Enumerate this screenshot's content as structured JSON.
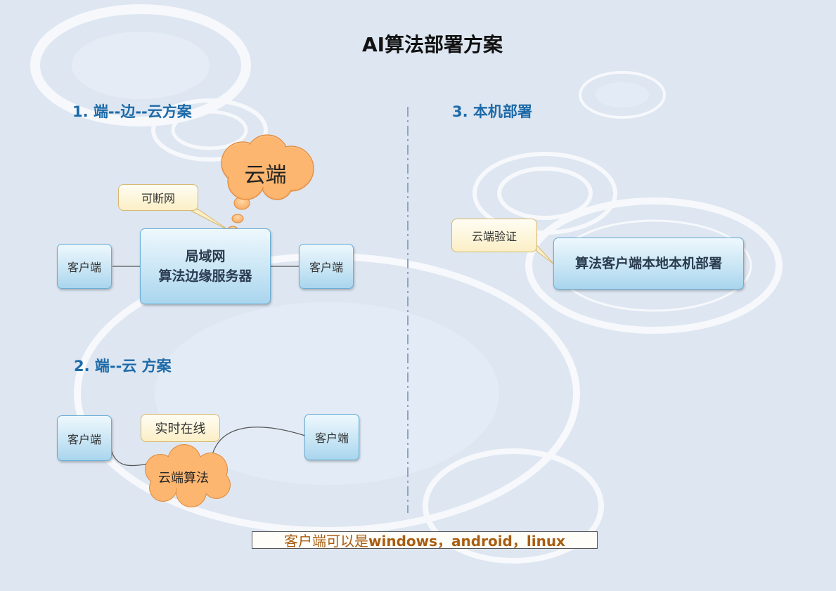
{
  "title": "AI算法部署方案",
  "sections": {
    "s1": "1. 端--边--云方案",
    "s2": "2. 端--云  方案",
    "s3": "3. 本机部署"
  },
  "scheme1": {
    "cloud": "云端",
    "callout": "可断网",
    "client_left": "客户端",
    "client_right": "客户端",
    "server_line1": "局域网",
    "server_line2": "算法边缘服务器"
  },
  "scheme2": {
    "client_left": "客户端",
    "client_right": "客户端",
    "callout": "实时在线",
    "cloud": "云端算法"
  },
  "scheme3": {
    "callout": "云端验证",
    "deploy": "算法客户端本地本机部署"
  },
  "footer": {
    "prefix": "客户端可以是",
    "platforms": "windows，android，linux"
  },
  "colors": {
    "background": "#dde6f1",
    "section_heading": "#1d6aa8",
    "cloud_fill": "#fbb46a",
    "footer_text": "#a85d12"
  }
}
